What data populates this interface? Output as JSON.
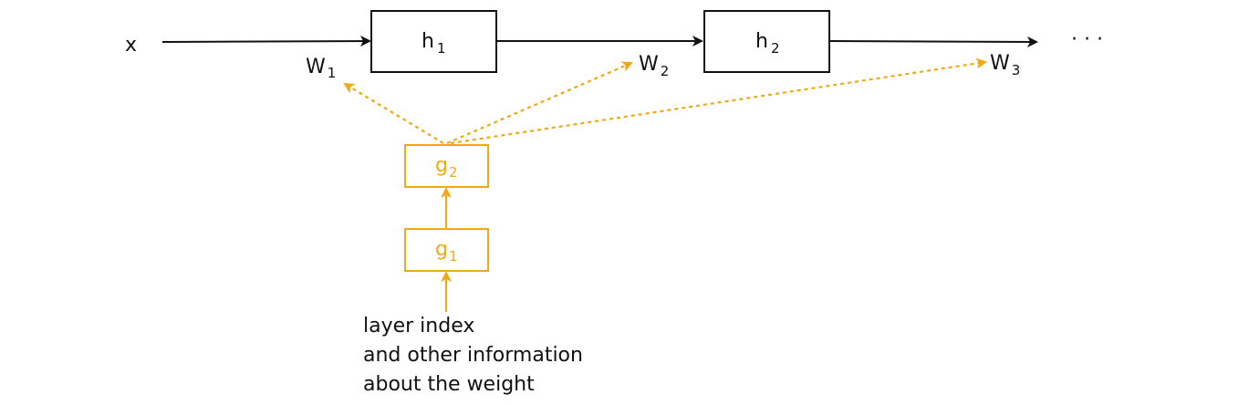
{
  "input_label": "x",
  "h1": {
    "base": "h",
    "sub": "1"
  },
  "h2": {
    "base": "h",
    "sub": "2"
  },
  "w1": {
    "base": "W",
    "sub": "1"
  },
  "w2": {
    "base": "W",
    "sub": "2"
  },
  "w3": {
    "base": "W",
    "sub": "3"
  },
  "g1": {
    "base": "g",
    "sub": "1"
  },
  "g2": {
    "base": "g",
    "sub": "2"
  },
  "ellipsis": "· · ·",
  "caption": [
    "layer index",
    "and other information",
    "about the weight"
  ],
  "colors": {
    "main": "#111111",
    "hyper": "#f0a914"
  }
}
